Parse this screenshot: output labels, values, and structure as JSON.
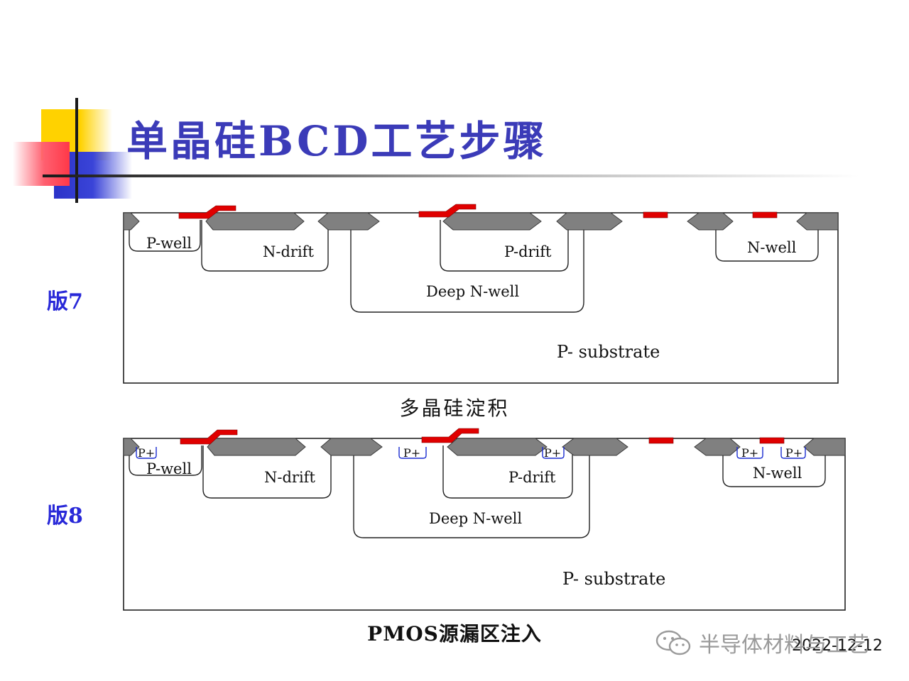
{
  "slide": {
    "title": "单晶硅BCD工艺步骤",
    "date": "2022-12-12"
  },
  "watermark": {
    "text": "半导体材料与工艺",
    "icon": "wechat-icon"
  },
  "colors": {
    "title": "#3b3bb8",
    "plate_label": "#2828d8",
    "oxide": "#808080",
    "poly": "#e00000",
    "implant": "#1a2cd0"
  },
  "plates": [
    {
      "label": "版7",
      "caption": "多晶硅淀积",
      "regions": {
        "p_well": "P-well",
        "n_drift": "N-drift",
        "p_drift": "P-drift",
        "deep_n_well": "Deep N-well",
        "n_well": "N-well",
        "substrate": "P- substrate"
      },
      "implants": []
    },
    {
      "label": "版8",
      "caption": "PMOS源漏区注入",
      "regions": {
        "p_well": "P-well",
        "n_drift": "N-drift",
        "p_drift": "P-drift",
        "deep_n_well": "Deep N-well",
        "n_well": "N-well",
        "substrate": "P- substrate"
      },
      "implants": [
        "P+",
        "P+",
        "P+",
        "P+",
        "P+"
      ]
    }
  ]
}
